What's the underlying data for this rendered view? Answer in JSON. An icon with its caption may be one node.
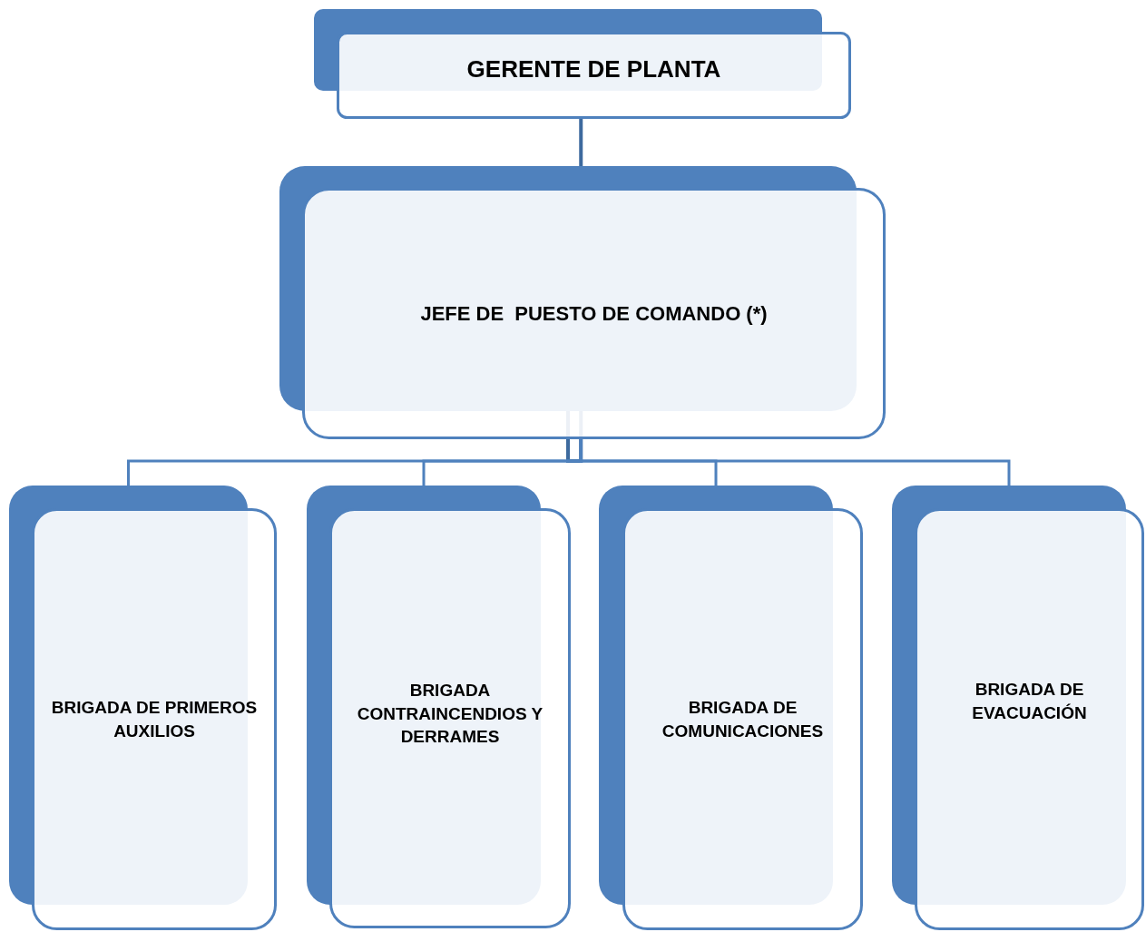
{
  "diagram": {
    "nodes": [
      {
        "text": [
          "GERENTE DE PLANTA"
        ]
      },
      {
        "text": [
          "JEFE DE  PUESTO DE COMANDO (*)"
        ]
      },
      {
        "text": [
          "BRIGADA DE PRIMEROS AUXILIOS"
        ]
      },
      {
        "text": [
          "BRIGADA CONTRAINCENDIOS Y DERRAMES"
        ]
      },
      {
        "text": [
          "BRIGADA DE COMUNICACIONES"
        ]
      },
      {
        "text": [
          "BRIGADA DE EVACUACIÓN"
        ]
      }
    ],
    "edges": [
      {
        "from": 0,
        "to": 1,
        "arrow": "none"
      },
      {
        "from": 1,
        "to": 2,
        "arrow": "none"
      },
      {
        "from": 1,
        "to": 3,
        "arrow": "none"
      },
      {
        "from": 1,
        "to": 4,
        "arrow": "none"
      },
      {
        "from": 1,
        "to": 5,
        "arrow": "none"
      }
    ]
  }
}
